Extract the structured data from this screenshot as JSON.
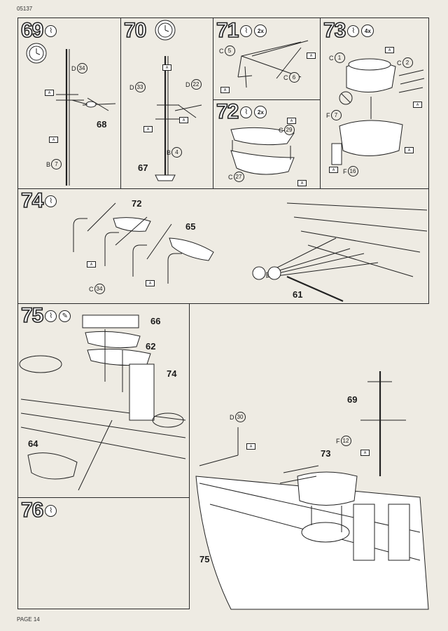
{
  "header": {
    "code": "05137"
  },
  "footer": {
    "page": "PAGE 14"
  },
  "steps": {
    "s69": {
      "num": "69",
      "parts": {
        "d": "D",
        "d_num": "34",
        "b": "B",
        "b_num": "7"
      },
      "ref": "68"
    },
    "s70": {
      "num": "70",
      "parts": {
        "d33": "D",
        "d33_num": "33",
        "d22": "D",
        "d22_num": "22",
        "b": "B",
        "b_num": "4"
      },
      "ref": "67"
    },
    "s71": {
      "num": "71",
      "mult": "2x",
      "parts": {
        "c5": "C",
        "c5_num": "5",
        "c6": "C",
        "c6_num": "6"
      }
    },
    "s72": {
      "num": "72",
      "mult": "2x",
      "parts": {
        "c29": "C",
        "c29_num": "29",
        "c27": "C",
        "c27_num": "27"
      }
    },
    "s73": {
      "num": "73",
      "mult": "4x",
      "parts": {
        "c1": "C",
        "c1_num": "1",
        "c2": "C",
        "c2_num": "2",
        "f7": "F",
        "f7_num": "7",
        "f16": "F",
        "f16_num": "16"
      }
    },
    "s74": {
      "num": "74",
      "refs": {
        "r72": "72",
        "r65": "65",
        "r61": "61"
      },
      "parts": {
        "c34": "C",
        "c34_num": "34"
      }
    },
    "s75": {
      "num": "75",
      "refs": {
        "r66": "66",
        "r62": "62",
        "r74": "74",
        "r64": "64",
        "r69": "69",
        "r73": "73",
        "r75": "75"
      },
      "parts": {
        "d30": "D",
        "d30_num": "30",
        "f12": "F",
        "f12_num": "12"
      }
    },
    "s76": {
      "num": "76"
    }
  },
  "symbols": {
    "glue": "glue-icon",
    "paint": "paint-brush-icon",
    "clock": "clock-icon",
    "ak": "A"
  }
}
